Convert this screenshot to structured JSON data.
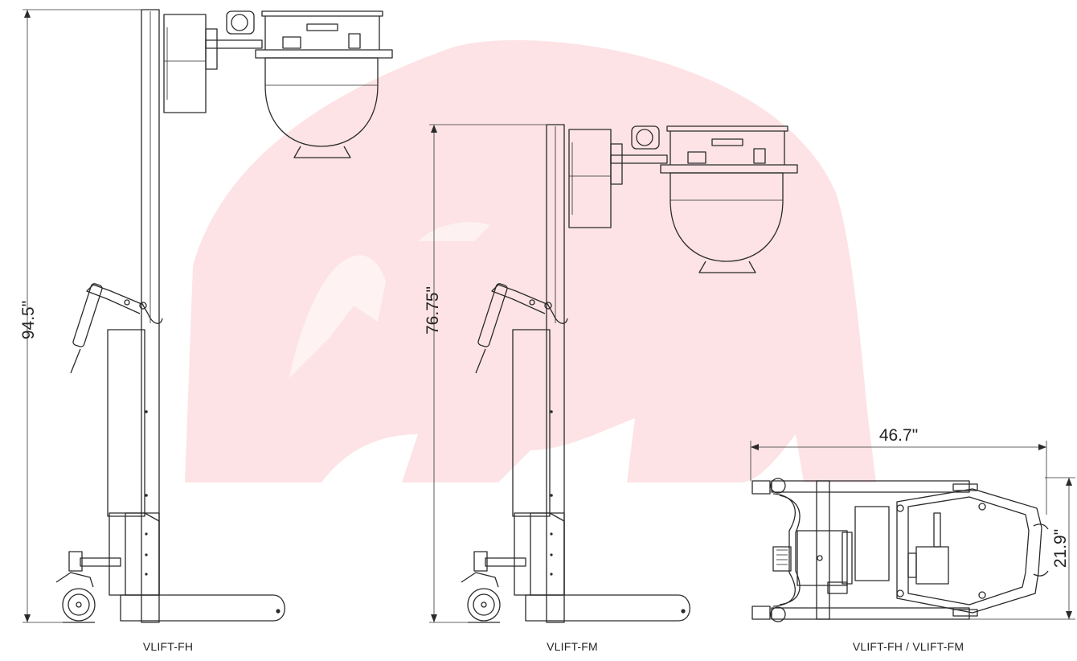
{
  "colors": {
    "line": "#2a2a2a",
    "watermark": "#fde3e5",
    "background": "#ffffff"
  },
  "watermark": {
    "description": "bull",
    "icon": "bull-logo-watermark"
  },
  "views": {
    "fh_side": {
      "caption": "VLIFT-FH",
      "height_label": "94.5\""
    },
    "fm_side": {
      "caption": "VLIFT-FM",
      "height_label": "76.75\""
    },
    "top": {
      "caption": "VLIFT-FH / VLIFT-FM",
      "length_label": "46.7\"",
      "width_label": "21.9\""
    }
  }
}
